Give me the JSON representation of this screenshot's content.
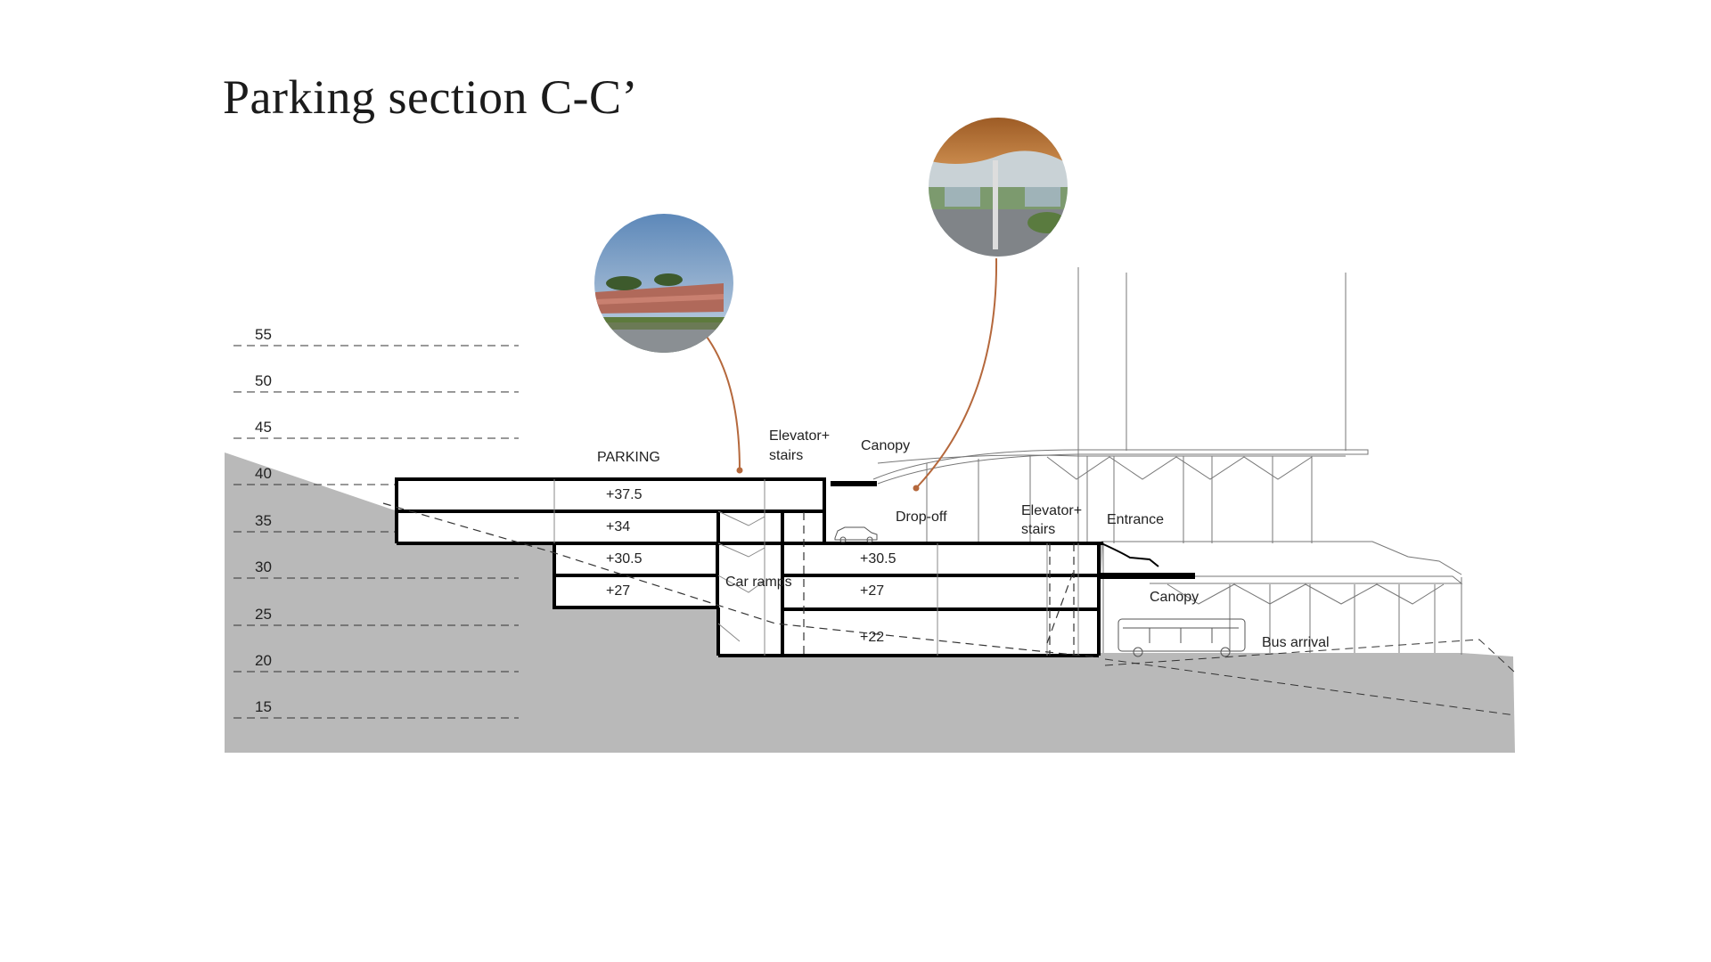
{
  "title": "Parking section C-C’",
  "elevation_markers": [
    "55",
    "50",
    "45",
    "40",
    "35",
    "30",
    "25",
    "20",
    "15"
  ],
  "floor_levels": [
    "+37.5",
    "+34",
    "+30.5",
    "+27",
    "+30.5",
    "+27",
    "+22"
  ],
  "labels": {
    "parking": "PARKING",
    "elevator_1_line1": "Elevator+",
    "elevator_1_line2": "stairs",
    "canopy_top": "Canopy",
    "drop_off": "Drop-off",
    "elevator_2_line1": "Elevator+",
    "elevator_2_line2": "stairs",
    "entrance": "Entrance",
    "car_ramps": "Car ramps",
    "canopy_lower": "Canopy",
    "bus_arrival": "Bus arrival"
  },
  "colors": {
    "ground": "#b9b9b9",
    "leader_line": "#b5683c",
    "structure": "#000000",
    "thin_line": "#777777"
  },
  "icons": [
    "render-thumbnail-building",
    "render-thumbnail-canopy",
    "car-icon",
    "bus-icon"
  ]
}
